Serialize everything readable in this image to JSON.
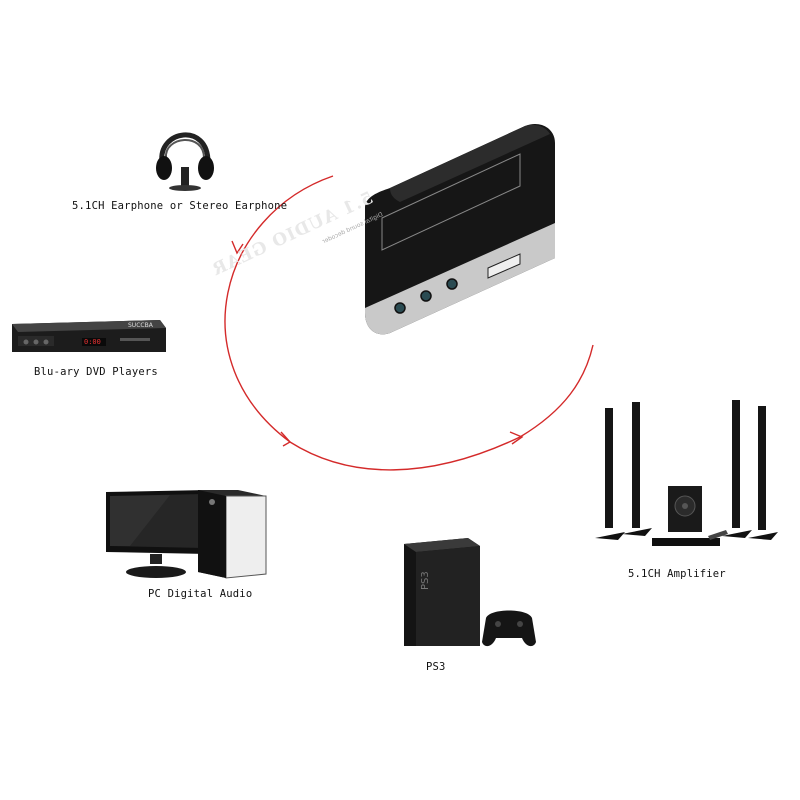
{
  "device": {
    "title": "5.1 AUDIO GEAR",
    "subtitle": "Digital sound decoder"
  },
  "dvd": {
    "brand": "SUCCBA",
    "display": "0:00"
  },
  "labels": {
    "earphone": "5.1CH Earphone or Stereo Earphone",
    "dvd": "Blu-ary DVD Players",
    "pc": "PC Digital Audio",
    "ps3": "PS3",
    "amplifier": "5.1CH Amplifier"
  },
  "colors": {
    "arrow": "#d42a2a",
    "device_body": "#1a1a1a",
    "device_panel": "#c9c9c9"
  }
}
